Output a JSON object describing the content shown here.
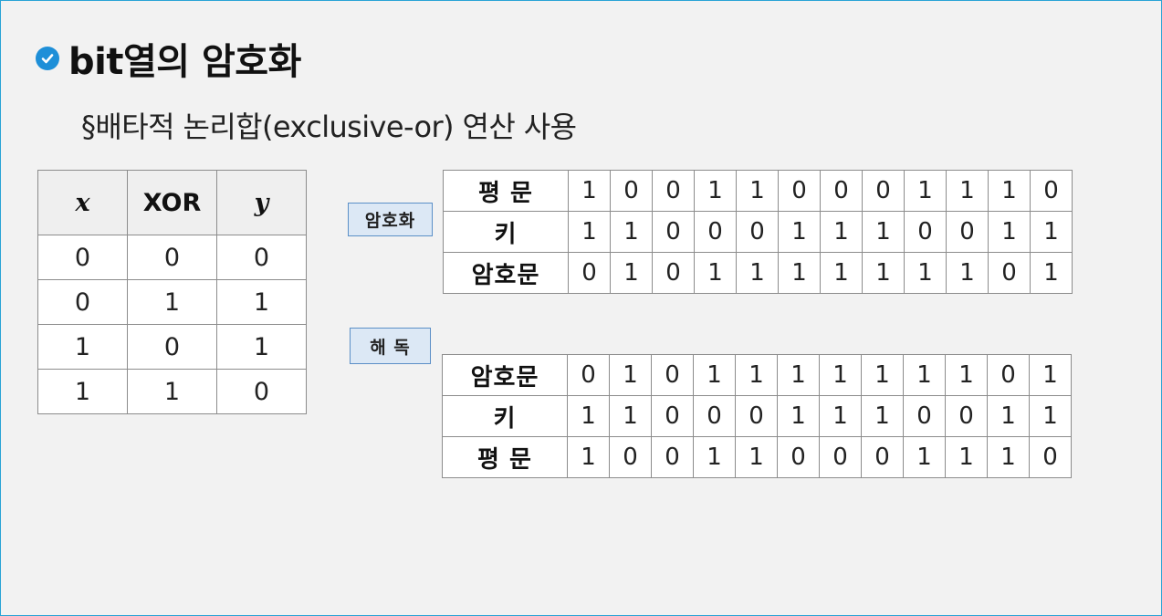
{
  "title": "bit열의 암호화",
  "subtitle": "§배타적 논리합(exclusive-or) 연산 사용",
  "xor_table": {
    "headers": [
      "x",
      "XOR",
      "y"
    ],
    "rows": [
      [
        "0",
        "0",
        "0"
      ],
      [
        "0",
        "1",
        "1"
      ],
      [
        "1",
        "0",
        "1"
      ],
      [
        "1",
        "1",
        "0"
      ]
    ]
  },
  "encryption": {
    "tag": "암호화",
    "rows": [
      {
        "label": "평 문",
        "bits": [
          "1",
          "0",
          "0",
          "1",
          "1",
          "0",
          "0",
          "0",
          "1",
          "1",
          "1",
          "0"
        ]
      },
      {
        "label": "키",
        "bits": [
          "1",
          "1",
          "0",
          "0",
          "0",
          "1",
          "1",
          "1",
          "0",
          "0",
          "1",
          "1"
        ]
      },
      {
        "label": "암호문",
        "bits": [
          "0",
          "1",
          "0",
          "1",
          "1",
          "1",
          "1",
          "1",
          "1",
          "1",
          "0",
          "1"
        ]
      }
    ]
  },
  "decryption": {
    "tag": "해 독",
    "rows": [
      {
        "label": "암호문",
        "bits": [
          "0",
          "1",
          "0",
          "1",
          "1",
          "1",
          "1",
          "1",
          "1",
          "1",
          "0",
          "1"
        ]
      },
      {
        "label": "키",
        "bits": [
          "1",
          "1",
          "0",
          "0",
          "0",
          "1",
          "1",
          "1",
          "0",
          "0",
          "1",
          "1"
        ]
      },
      {
        "label": "평 문",
        "bits": [
          "1",
          "0",
          "0",
          "1",
          "1",
          "0",
          "0",
          "0",
          "1",
          "1",
          "1",
          "0"
        ]
      }
    ]
  }
}
